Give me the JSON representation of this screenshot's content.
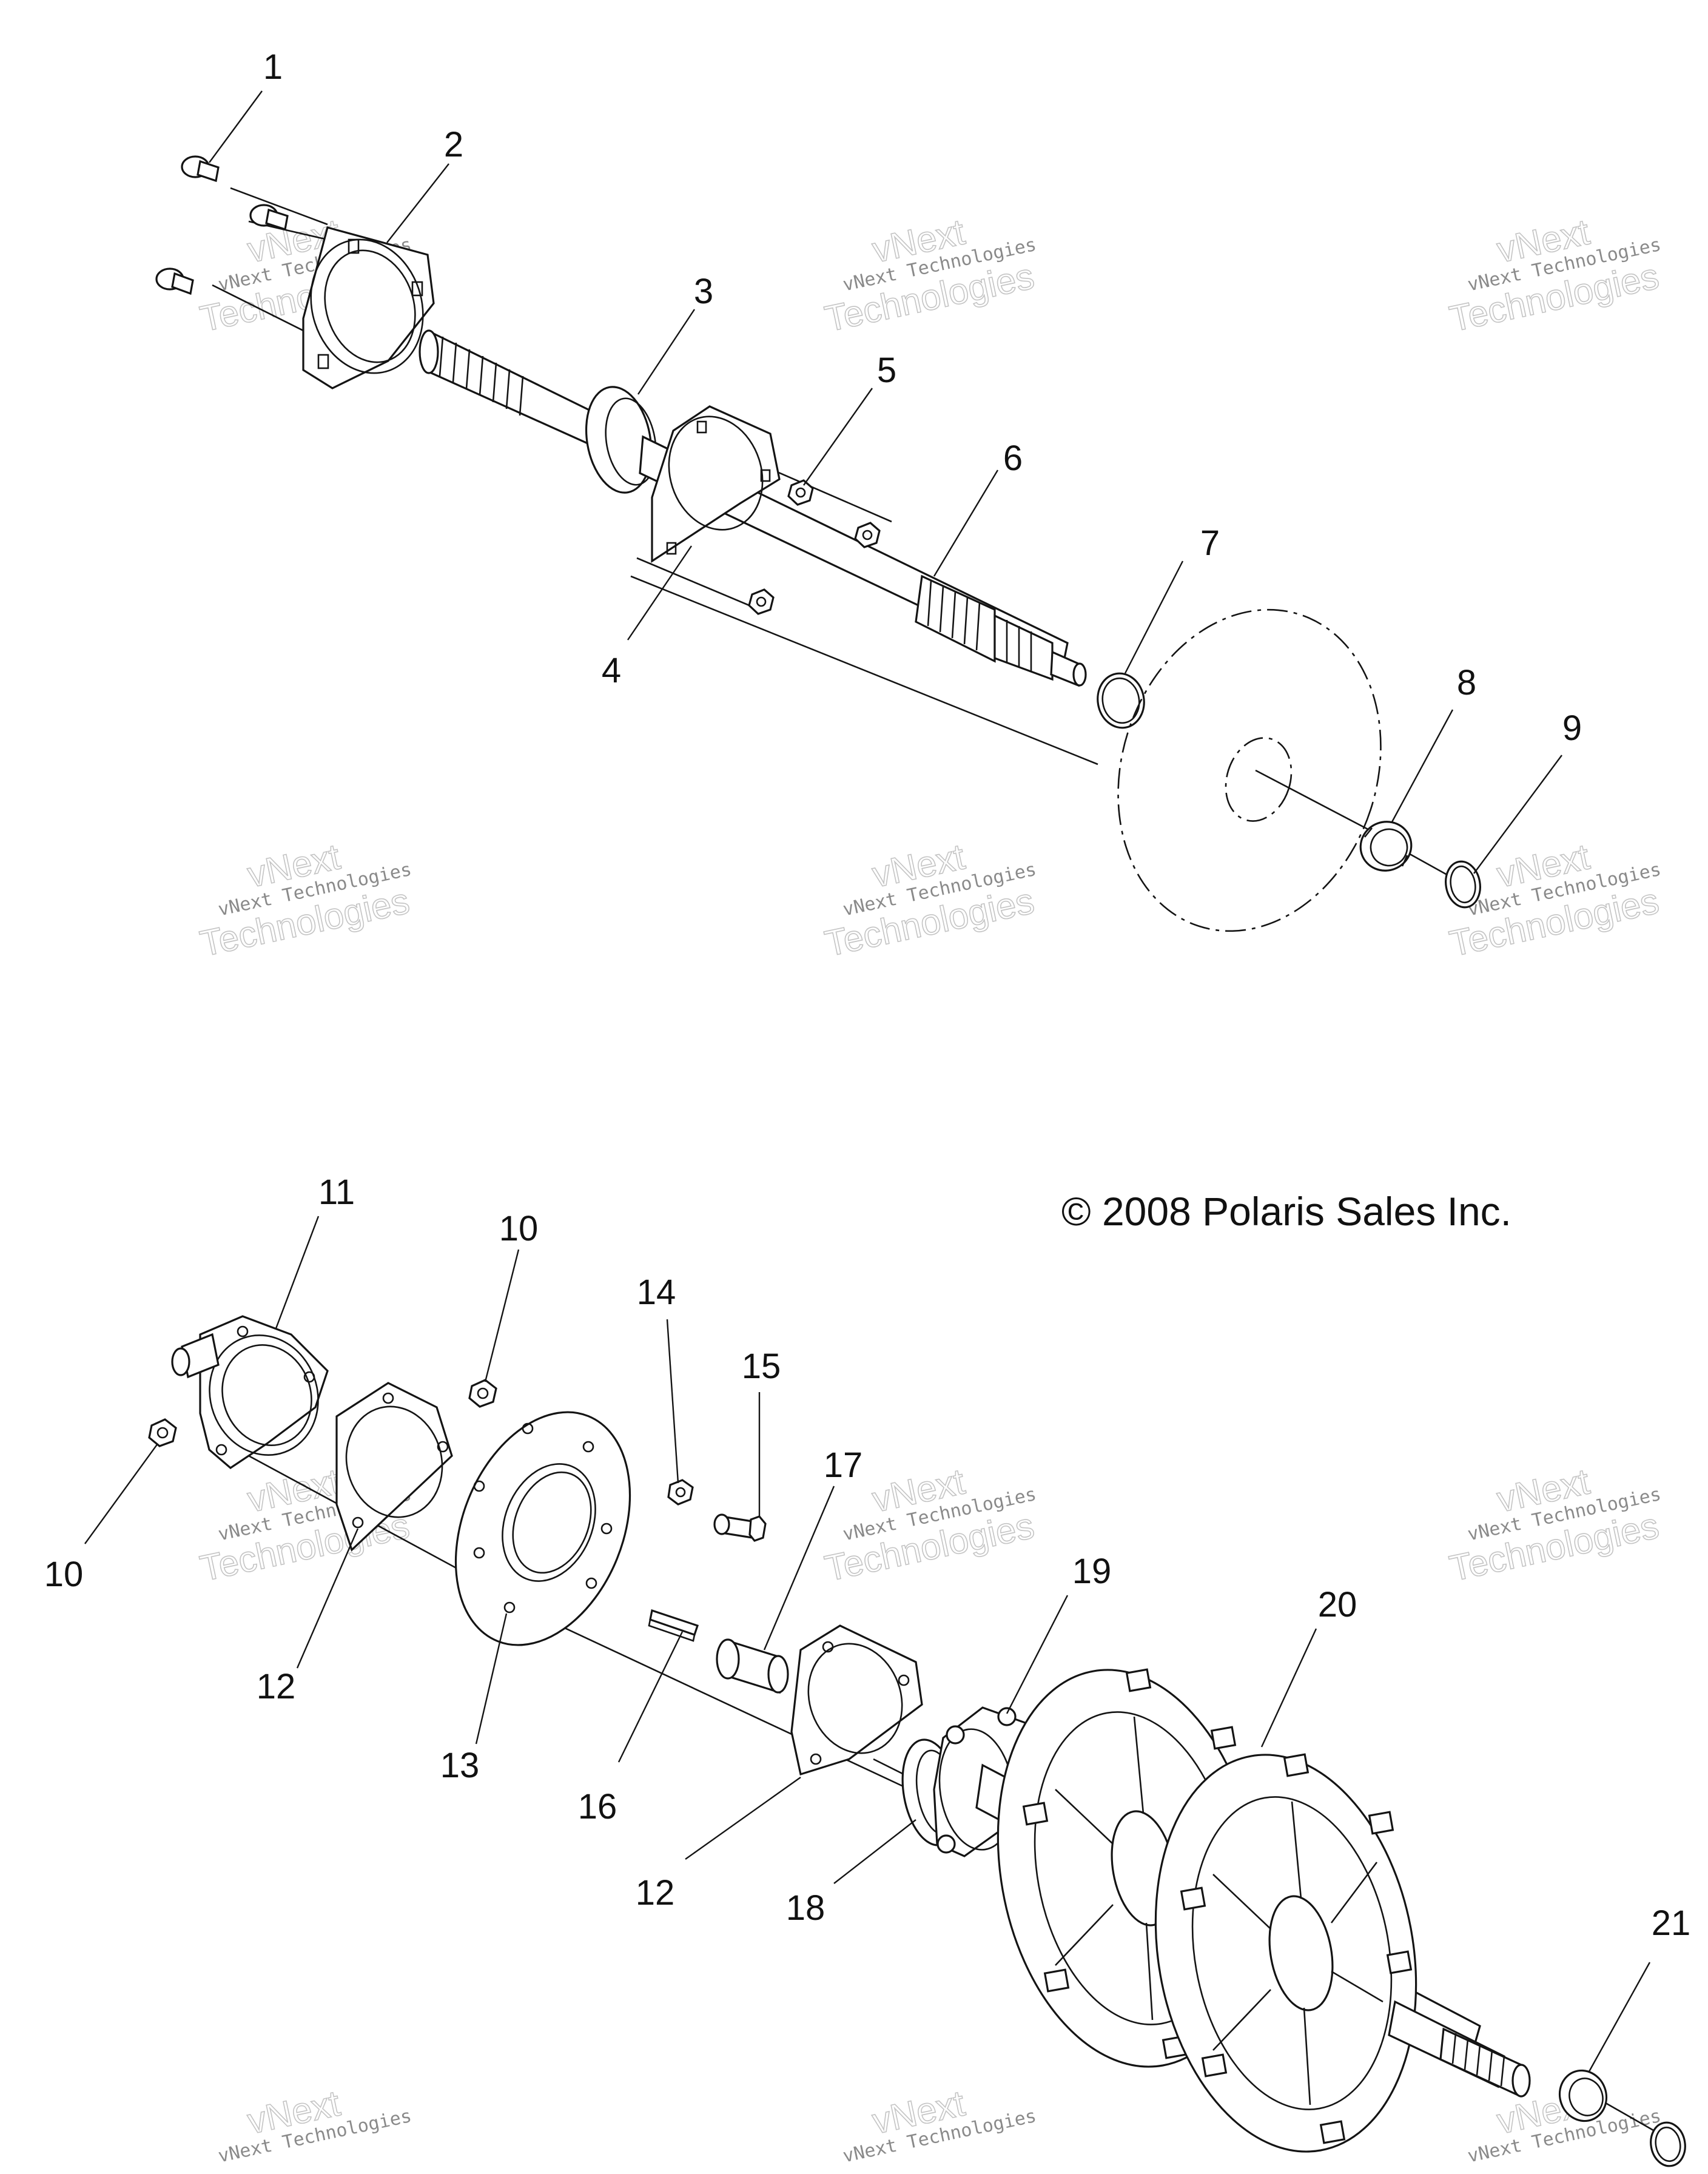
{
  "copyright": "© 2008 Polaris Sales Inc.",
  "watermark": {
    "line1": "vNext Technologies",
    "line2": "vNext",
    "line3": "Technologies"
  },
  "callouts": [
    "1",
    "2",
    "3",
    "4",
    "5",
    "6",
    "7",
    "8",
    "9",
    "10",
    "11",
    "12",
    "13",
    "14",
    "15",
    "16",
    "17",
    "18",
    "19",
    "20",
    "21"
  ],
  "callout_labels": {
    "c1": "1",
    "c2": "2",
    "c3": "3",
    "c4": "4",
    "c5": "5",
    "c6": "6",
    "c7": "7",
    "c8": "8",
    "c9": "9",
    "c10a": "10",
    "c10b": "10",
    "c11": "11",
    "c12a": "12",
    "c12b": "12",
    "c13": "13",
    "c14": "14",
    "c15": "15",
    "c16": "16",
    "c17": "17",
    "c18": "18",
    "c19": "19",
    "c20": "20",
    "c21": "21"
  },
  "colors": {
    "line": "#141414",
    "watermark": "#8a8a8a",
    "background": "#ffffff"
  }
}
